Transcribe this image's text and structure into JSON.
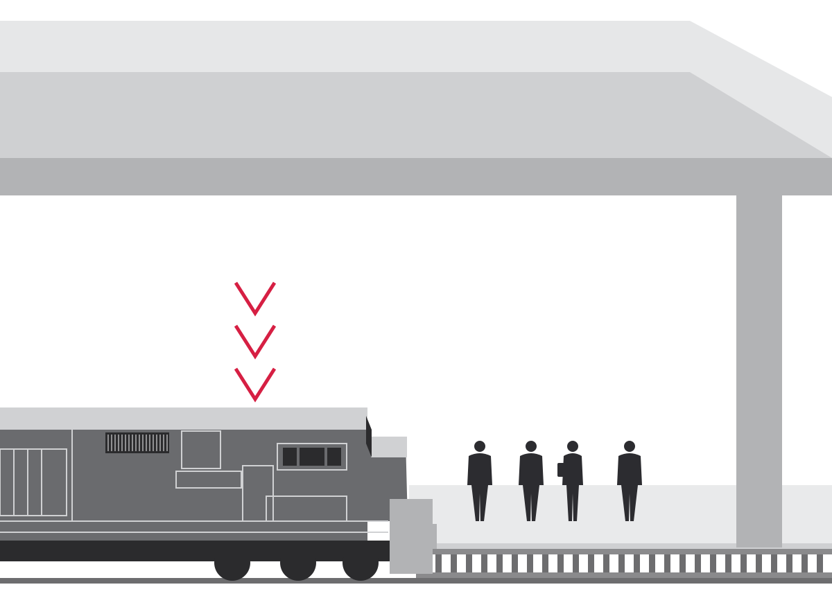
{
  "scene": {
    "subject": "train-platform-canopy",
    "icons": {
      "canopy": "station-canopy",
      "column": "canopy-support-column",
      "platform": "station-platform",
      "track": "railway-track",
      "locomotive": "diesel-locomotive",
      "arrows": "downward-chevron-arrows",
      "people": "standing-person-silhouette"
    },
    "arrow_count": 3,
    "people_count": 4,
    "colors": {
      "background": "#ffffff",
      "canopy_top": "#e6e7e8",
      "canopy_face": "#cfd0d2",
      "canopy_beam": "#b2b3b5",
      "column": "#b2b3b5",
      "platform": "#e9eaeb",
      "locomotive_body": "#6a6b6e",
      "locomotive_roof": "#d0d1d3",
      "locomotive_dark": "#2b2b2d",
      "track_rail": "#8a8a8c",
      "track_tie": "#6d6d6f",
      "arrow": "#d61f43",
      "people": "#2c2c30"
    }
  }
}
